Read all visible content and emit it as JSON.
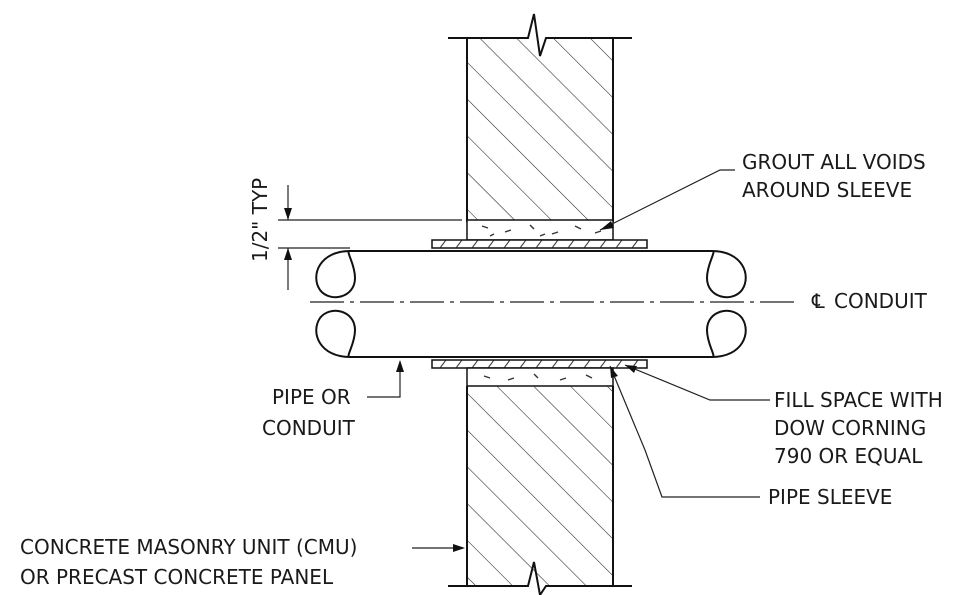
{
  "labels": {
    "grout_line1": "GROUT ALL VOIDS",
    "grout_line2": "AROUND SLEEVE",
    "centerline_symbol": "℄",
    "centerline_label": "CONDUIT",
    "fill_line1": "FILL SPACE WITH",
    "fill_line2": "DOW CORNING",
    "fill_line3": "790 OR EQUAL",
    "pipe_sleeve": "PIPE SLEEVE",
    "pipe_line1": "PIPE OR",
    "pipe_line2": "CONDUIT",
    "cmu_line1": "CONCRETE MASONRY UNIT (CMU)",
    "cmu_line2": "OR PRECAST CONCRETE PANEL",
    "dimension": "1/2\" TYP"
  },
  "colors": {
    "ink": "#111111",
    "paper": "#ffffff"
  }
}
